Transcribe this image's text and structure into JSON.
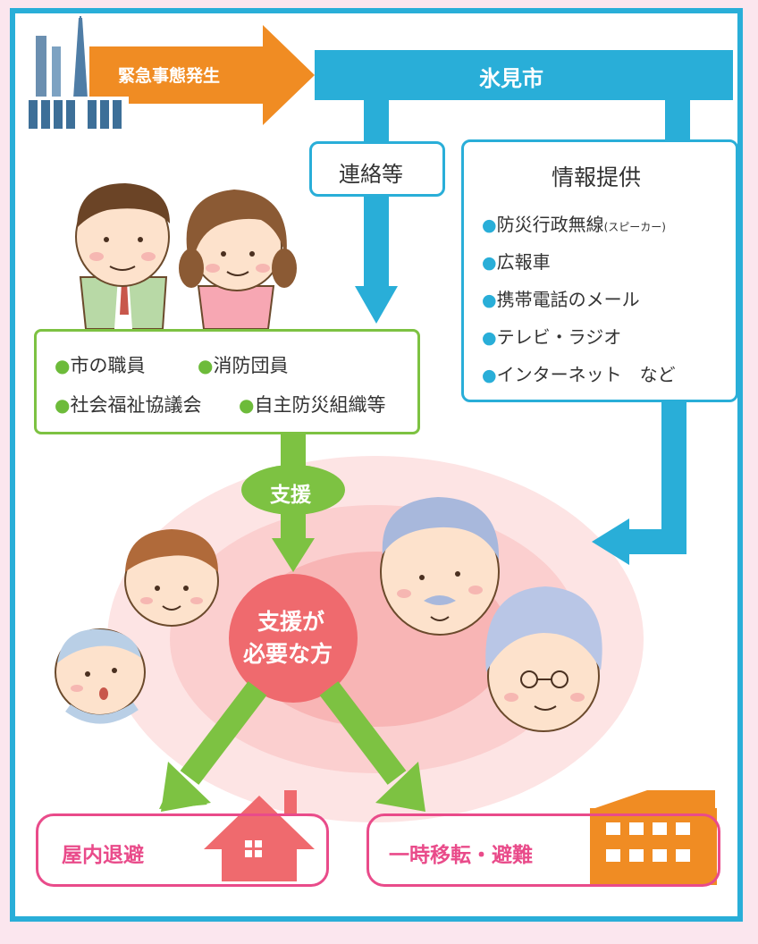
{
  "emergency": {
    "label": "緊急事態発生"
  },
  "city": {
    "label": "氷見市"
  },
  "contact": {
    "label": "連絡等"
  },
  "info": {
    "title": "情報提供",
    "items": [
      {
        "text": "防災行政無線",
        "note": "(スピーカー)"
      },
      {
        "text": "広報車",
        "note": ""
      },
      {
        "text": "携帯電話のメール",
        "note": ""
      },
      {
        "text": "テレビ・ラジオ",
        "note": ""
      },
      {
        "text": "インターネット　など",
        "note": ""
      }
    ]
  },
  "supporters": {
    "row1": [
      "市の職員",
      "消防団員"
    ],
    "row2": [
      "社会福祉協議会",
      "自主防災組織等"
    ]
  },
  "support": {
    "label": "支援"
  },
  "center": {
    "line1": "支援が",
    "line2": "必要な方"
  },
  "outcomes": {
    "indoor": "屋内退避",
    "evacuate": "一時移転・避難"
  },
  "colors": {
    "blue": "#29aed8",
    "green": "#7dc242",
    "orange": "#f08c23",
    "pink": "#e94b8a",
    "red": "#ef6a6e",
    "background": "#fbe6ee"
  }
}
